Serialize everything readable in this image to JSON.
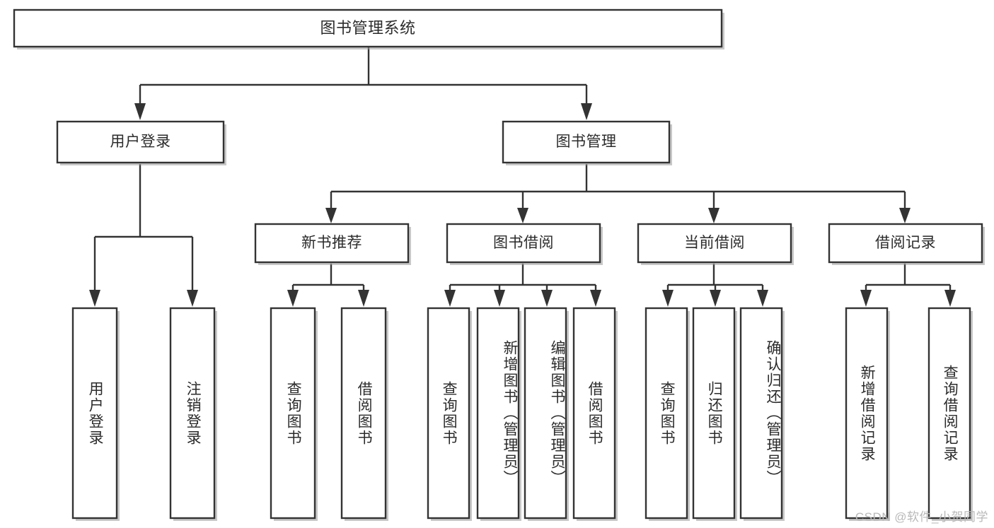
{
  "diagram": {
    "title": "图书管理系统",
    "type": "tree-hierarchy-chart",
    "watermark": "CSDN @软件_小贺同学",
    "colors": {
      "box_stroke": "#333333",
      "box_fill": "#ffffff",
      "text": "#2b2b2b",
      "background": "#ffffff",
      "watermark": "#b9b9b9"
    },
    "nodes": {
      "root": {
        "label": "图书管理系统",
        "orientation": "horizontal"
      },
      "level2": [
        {
          "label": "用户登录",
          "orientation": "horizontal"
        },
        {
          "label": "图书管理",
          "orientation": "horizontal"
        }
      ],
      "level3": [
        {
          "label": "新书推荐",
          "orientation": "horizontal"
        },
        {
          "label": "图书借阅",
          "orientation": "horizontal"
        },
        {
          "label": "当前借阅",
          "orientation": "horizontal"
        },
        {
          "label": "借阅记录",
          "orientation": "horizontal"
        }
      ],
      "leaves": {
        "user_login": [
          {
            "label": "用户登录",
            "orientation": "vertical"
          },
          {
            "label": "注销登录",
            "orientation": "vertical"
          }
        ],
        "new_book_recommend": [
          {
            "label": "查询图书",
            "orientation": "vertical"
          },
          {
            "label": "借阅图书",
            "orientation": "vertical"
          }
        ],
        "book_borrow": [
          {
            "label": "查询图书",
            "orientation": "vertical"
          },
          {
            "label": "新增图书（管理员）",
            "orientation": "vertical"
          },
          {
            "label": "编辑图书（管理员）",
            "orientation": "vertical"
          },
          {
            "label": "借阅图书",
            "orientation": "vertical"
          }
        ],
        "current_borrow": [
          {
            "label": "查询图书",
            "orientation": "vertical"
          },
          {
            "label": "归还图书",
            "orientation": "vertical"
          },
          {
            "label": "确认归还（管理员）",
            "orientation": "vertical"
          }
        ],
        "borrow_record": [
          {
            "label": "新增借阅记录",
            "orientation": "vertical"
          },
          {
            "label": "查询借阅记录",
            "orientation": "vertical"
          }
        ]
      }
    }
  }
}
